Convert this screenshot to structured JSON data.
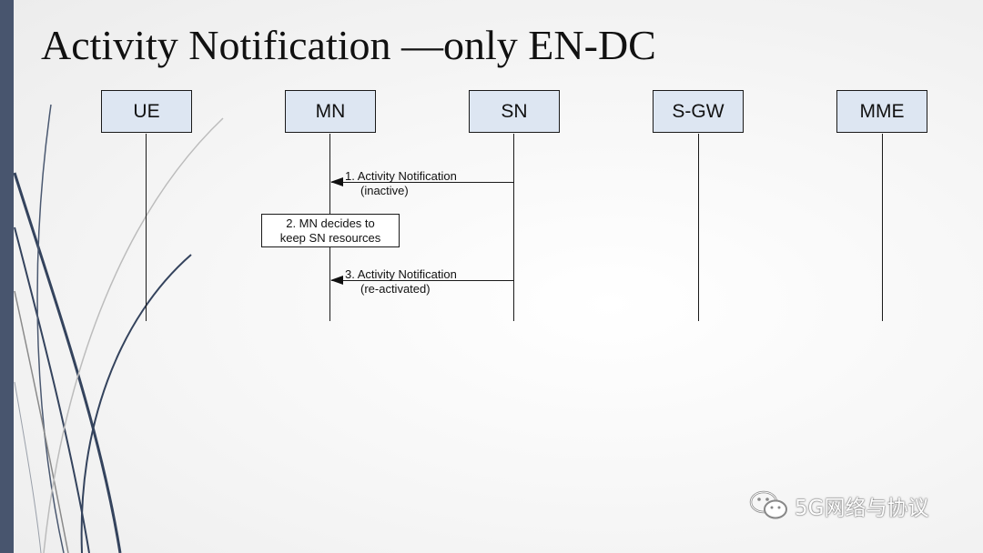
{
  "slide": {
    "title": "Activity Notification —only EN-DC"
  },
  "diagram": {
    "entities": [
      "UE",
      "MN",
      "SN",
      "S-GW",
      "MME"
    ],
    "messages": [
      {
        "line1": "1. Activity Notification",
        "line2": "(inactive)",
        "from": "SN",
        "to": "MN"
      },
      {
        "line1": "3. Activity Notification",
        "line2": "(re-activated)",
        "from": "SN",
        "to": "MN"
      }
    ],
    "step": {
      "line1": "2. MN decides to",
      "line2": "keep SN resources",
      "at": "MN"
    }
  },
  "watermark": {
    "text": "5G网络与协议",
    "icon": "wechat-icon"
  },
  "colors": {
    "accent_bar": "#48556e",
    "entity_fill": "#dde6f2",
    "deco_lines": "#34435d"
  }
}
